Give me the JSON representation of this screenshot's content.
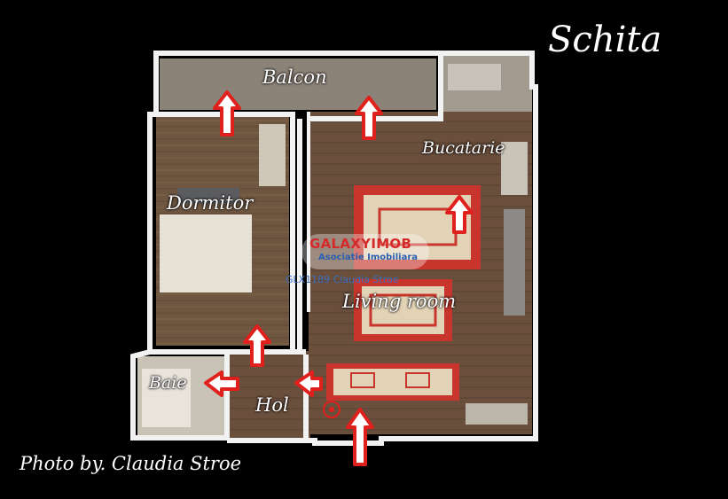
{
  "title": "Schita",
  "credit": "Photo by. Claudia Stroe",
  "rooms": {
    "balcon": "Balcon",
    "bucatarie": "Bucatarie",
    "dormitor": "Dormitor",
    "living": "Living room",
    "baie": "Baie",
    "hol": "Hol"
  },
  "logo": {
    "main": "GALAXYIMOB",
    "sub": "Asociatie Imobiliara",
    "code": "GLX1189 Claudia Stroe"
  },
  "colors": {
    "background": "#000000",
    "wall": "#f2f2f2",
    "arrow": "#e0201c",
    "text": "#ffffff"
  },
  "icons": [
    "up-arrow-icon",
    "left-arrow-icon",
    "camera-marker-icon"
  ]
}
